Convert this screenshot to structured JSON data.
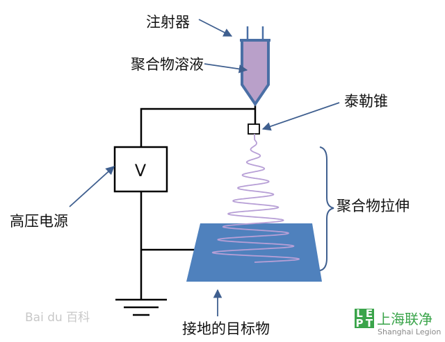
{
  "labels": {
    "syringe": "注射器",
    "polymer_solution": "聚合物溶液",
    "taylor_cone": "泰勒锥",
    "polymer_stretching": "聚合物拉伸",
    "high_voltage_source": "高压电源",
    "voltage_symbol": "V",
    "grounded_target": "接地的目标物"
  },
  "watermark": {
    "text": "Bai du 百科"
  },
  "logo": {
    "letters": [
      "L",
      "E",
      "P",
      "T"
    ],
    "name_cn": "上海联净",
    "name_en": "Shanghai Legion"
  },
  "colors": {
    "syringe_outline": "#4a6fa5",
    "solution_fill": "#b9a0c9",
    "target_fill": "#4f81bd",
    "fiber": "#b79fd6",
    "arrow": "#3f5f8f",
    "wire": "#000000",
    "logo_green": "#3aa44a"
  }
}
